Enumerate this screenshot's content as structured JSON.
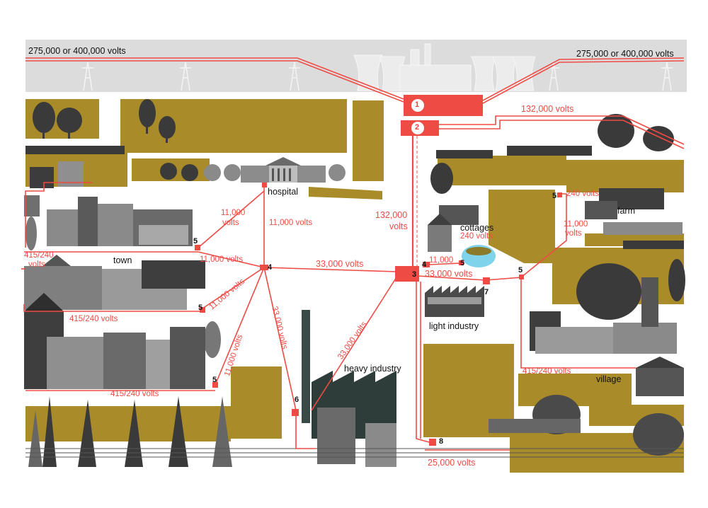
{
  "colors": {
    "line": "#ef4b45",
    "field": "#a98b2a",
    "building_dark": "#3e3e3e",
    "building_mid": "#6f6f6f",
    "building_light": "#9a9a9a",
    "grey_band": "#d9d9d9",
    "pond": "#7fd3ea"
  },
  "voltages": {
    "grid_left": "275,000 or 400,000 volts",
    "grid_right": "275,000 or 400,000 volts",
    "v132k_top": "132,000 volts",
    "v132k_vert_a": "132,000",
    "v132k_vert_b": "volts",
    "v11k_hosp_a": "11,000",
    "v11k_hosp_b": "volts",
    "v11k_vert": "11,000 volts",
    "v11k_town": "11,000 volts",
    "v11k_diag1": "11,000 volts",
    "v11k_diag2": "11,000 volts",
    "v33k_horiz": "33,000 volts",
    "v33k_diag": "33,000 volts",
    "v33k_heavy": "33,000 volts",
    "v33k_light": "33,000 volts",
    "v11k_cottage": "11,000",
    "v240_cottage": "240 volts",
    "v240_farm": "240 volts",
    "v11k_farm_a": "11,000",
    "v11k_farm_b": "volts",
    "v415_town_a": "415/240",
    "v415_town_b": "volts",
    "v415_mid": "415/240 volts",
    "v415_bottom": "415/240 volts",
    "v415_village": "415/240 volts",
    "v25k": "25,000 volts"
  },
  "places": {
    "hospital": "hospital",
    "town": "town",
    "cottages": "cottages",
    "farm": "farm",
    "light_industry": "light industry",
    "heavy_industry": "heavy industry",
    "village": "village"
  },
  "numbers": {
    "n1": "1",
    "n2": "2",
    "n3": "3",
    "n4": "4",
    "n4b": "4",
    "n5a": "5",
    "n5b": "5",
    "n5c": "5",
    "n5d": "5",
    "n5e": "5",
    "n5f": "5",
    "n6": "6",
    "n7": "7",
    "n8": "8"
  }
}
